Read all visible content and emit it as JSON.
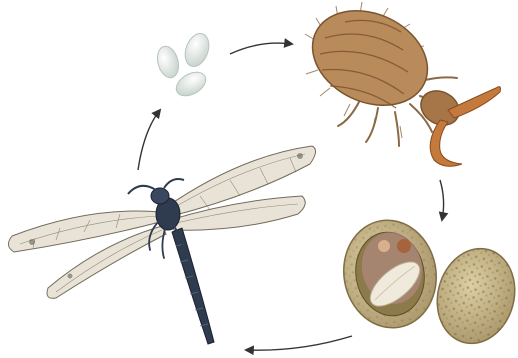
{
  "diagram": {
    "stages": [
      {
        "id": "egg",
        "icon": "egg-cluster-icon",
        "colors": {
          "fill": "#e6ece7",
          "stroke": "#b7c4bd"
        }
      },
      {
        "id": "larva",
        "icon": "antlion-larva-icon",
        "colors": {
          "body": "#b98a5a",
          "dark": "#7a5430",
          "jaw": "#c47a3c"
        }
      },
      {
        "id": "pupa",
        "icon": "cocoon-icon",
        "colors": {
          "shell": "#c9b98a",
          "inner": "#8c7a4a",
          "pupa": "#efeadc"
        }
      },
      {
        "id": "adult",
        "icon": "adult-antlion-icon",
        "colors": {
          "body": "#2f3b4e",
          "wing": "#e7e2d4",
          "vein": "#6a6552"
        }
      }
    ],
    "arrows": [
      {
        "from": "egg",
        "to": "larva"
      },
      {
        "from": "larva",
        "to": "pupa"
      },
      {
        "from": "pupa",
        "to": "adult"
      },
      {
        "from": "adult",
        "to": "egg"
      }
    ],
    "arrow_color": "#333333"
  }
}
